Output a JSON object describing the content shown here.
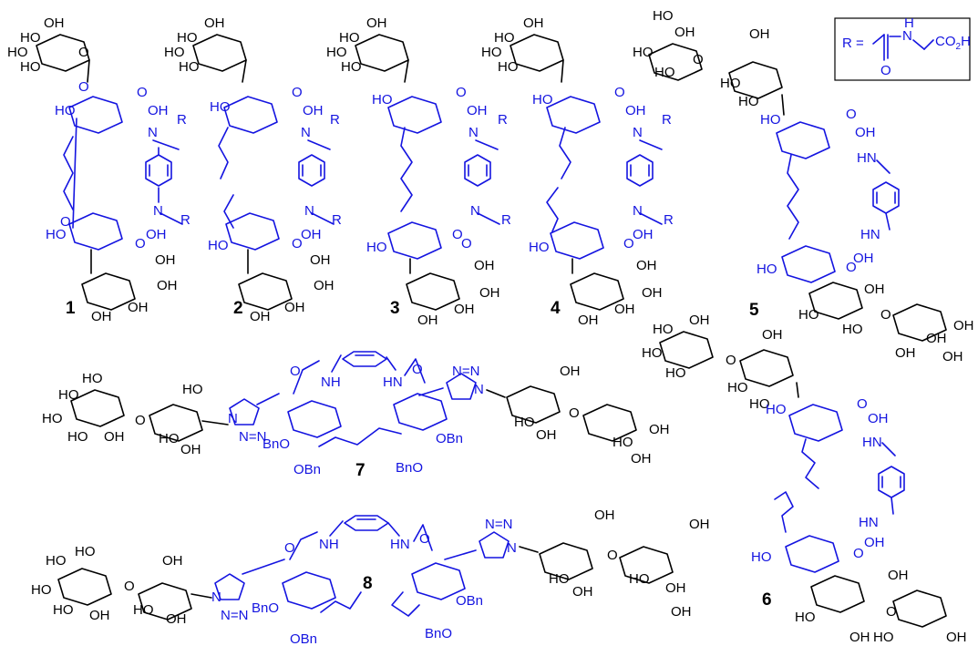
{
  "legend": {
    "r_label": "R =",
    "nh": "H",
    "n": "N",
    "co2h": "CO",
    "co2h_sub": "2",
    "co2h_tail": "H",
    "carbonyl_o": "O"
  },
  "compounds": [
    "1",
    "2",
    "3",
    "4",
    "5",
    "6",
    "7",
    "8"
  ],
  "groups": {
    "oh": "OH",
    "ho": "HO",
    "obn": "OBn",
    "bno": "BnO",
    "o": "O",
    "n": "N",
    "r": "R",
    "hn": "HN",
    "nh": "NH",
    "cooh_o": "O",
    "nnn": "N=N"
  },
  "colors": {
    "scaffold": "#1414e0",
    "sugar": "#000000"
  }
}
